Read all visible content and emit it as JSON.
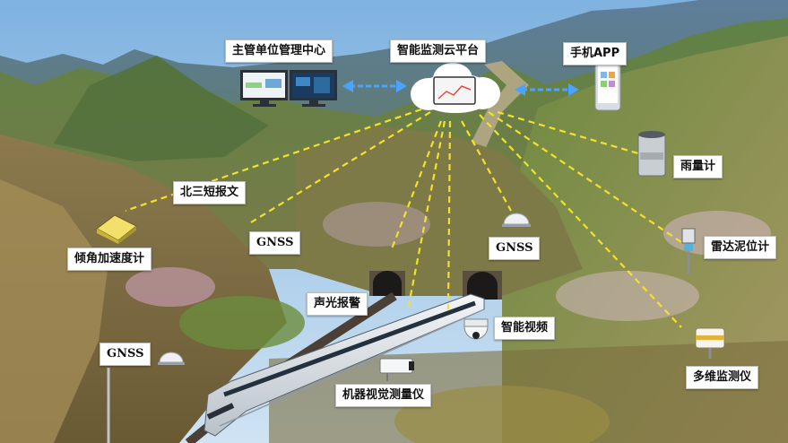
{
  "labels": {
    "owner_center": "主管单位管理中心",
    "cloud_platform": "智能监测云平台",
    "mobile_app": "手机APP",
    "beidou_sms": "北三短报文",
    "tilt_accel": "倾角加速度计",
    "gnss_left": "GNSS",
    "gnss_mid": "GNSS",
    "gnss_bottom": "GNSS",
    "rain_gauge": "雨量计",
    "radar_level": "雷达泥位计",
    "sound_light_alarm": "声光报警",
    "smart_video": "智能视频",
    "machine_vision": "机器视觉测量仪",
    "multi_monitor": "多维监测仪"
  },
  "icons": [
    "monitor-icon",
    "cloud-icon",
    "smartphone-icon",
    "double-arrow-icon",
    "gnss-antenna-icon",
    "rain-gauge-icon",
    "radar-level-icon",
    "dome-camera-icon",
    "vision-camera-icon",
    "tilt-sensor-icon",
    "multi-monitor-icon",
    "train-icon"
  ],
  "colors": {
    "link_line": "#f2e22a",
    "arrow": "#4aa3ff",
    "sky": "#9cc6ea",
    "label_bg": "#ffffff"
  }
}
